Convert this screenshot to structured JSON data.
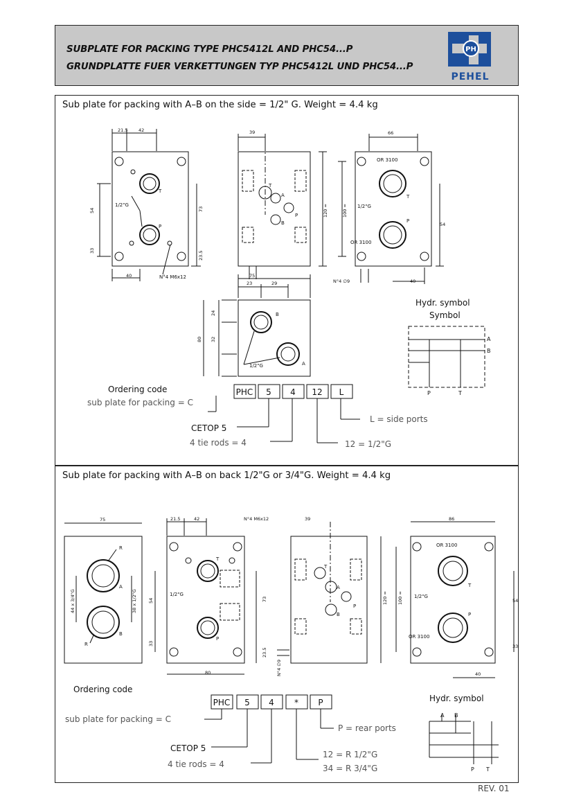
{
  "header": {
    "title_en": "SUBPLATE FOR PACKING TYPE PHC5412L AND PHC54...P",
    "title_de": "GRUNDPLATTE FUER VERKETTUNGEN TYP PHC5412L UND PHC54...P",
    "logo_text": "PEHEL",
    "logo_mark": "PH",
    "colors": {
      "band": "#c8c8c8",
      "logo": "#1d4f9c"
    }
  },
  "section1": {
    "title": "Sub plate for packing with A–B on the side = 1/2\" G. Weight = 4.4 kg",
    "dims": {
      "d21_5": "21.5",
      "d42": "42",
      "d39": "39",
      "d66": "66",
      "d54": "54",
      "d73": "73",
      "d33": "33",
      "d23_5": "23.5",
      "d40": "40",
      "d120": "120 =",
      "d100": "100 =",
      "d75": "75",
      "d23": "23",
      "d29": "29",
      "d24": "24",
      "d32": "32",
      "d80": "80",
      "d9": "N°4 ∅9"
    },
    "labels": {
      "T": "T",
      "P": "P",
      "A": "A",
      "B": "B",
      "g12": "1/2\"G",
      "screws": "N°4 M6x12",
      "or3100": "OR 3100"
    },
    "symbol": {
      "title": "Hydr. symbol",
      "subtitle": "Symbol",
      "A": "A",
      "B": "B",
      "P": "P",
      "T": "T"
    },
    "ordering": {
      "title": "Ordering code",
      "sub_plate": "sub plate for packing = C",
      "boxes": [
        "PHC",
        "5",
        "4",
        "12",
        "L"
      ],
      "cetop": "CETOP 5",
      "tie_rods": "4 tie rods = 4",
      "size": "12 = 1/2\"G",
      "ports": "L = side ports"
    }
  },
  "section2": {
    "title": "Sub plate for packing with A–B on back 1/2\"G or 3/4\"G. Weight = 4.4 kg",
    "dims": {
      "d75": "75",
      "d21_5": "21.5",
      "d42": "42",
      "screws": "N°4 M6x12",
      "d39": "39",
      "d86": "86",
      "d44": "44 x 3/4\"G",
      "d38": "38 x 1/2\"G",
      "d54": "54",
      "d73": "73",
      "d33": "33",
      "d23_5": "23.5",
      "d80": "80",
      "d120": "120 =",
      "d100": "100 =",
      "d40": "40",
      "d9": "N°4 ∅9"
    },
    "labels": {
      "R": "R",
      "A": "A",
      "B": "B",
      "T": "T",
      "P": "P",
      "g12": "1/2\"G",
      "or3100": "OR 3100"
    },
    "symbol": {
      "title": "Hydr. symbol",
      "A": "A",
      "B": "B",
      "P": "P",
      "T": "T"
    },
    "ordering": {
      "title": "Ordering code",
      "sub_plate": "sub plate for packing = C",
      "boxes": [
        "PHC",
        "5",
        "4",
        "*",
        "P"
      ],
      "cetop": "CETOP 5",
      "tie_rods": "4 tie rods = 4",
      "size1": "12 = R  1/2\"G",
      "size2": "34 = R  3/4\"G",
      "ports": "P = rear ports"
    }
  },
  "footer": {
    "revision": "REV. 01"
  }
}
